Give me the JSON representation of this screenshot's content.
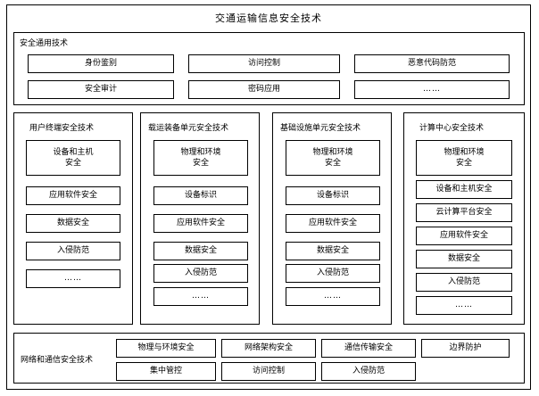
{
  "title": "交通运输信息安全技术",
  "sections": {
    "general": {
      "label": "安全通用技术",
      "row1": [
        "身份鉴别",
        "访问控制",
        "恶意代码防范"
      ],
      "row2": [
        "安全审计",
        "密码应用",
        "……"
      ]
    },
    "columns": [
      {
        "label": "用户终端安全技术",
        "items": [
          "设备和主机\n安全",
          "应用软件安全",
          "数据安全",
          "入侵防范",
          "……"
        ],
        "items_flat": [
          "设备和主机 安全",
          "应用软件安全",
          "数据安全",
          "入侵防范",
          "……"
        ],
        "first_line_a": "设备和主机",
        "first_line_b": "安全"
      },
      {
        "label": "载运装备单元安全技术",
        "items": [
          "物理和环境\n安全",
          "设备标识",
          "应用软件安全",
          "数据安全",
          "入侵防范",
          "……"
        ],
        "first_line_a": "物理和环境",
        "first_line_b": "安全"
      },
      {
        "label": "基础设施单元安全技术",
        "items": [
          "物理和环境\n安全",
          "设备标识",
          "应用软件安全",
          "数据安全",
          "入侵防范",
          "……"
        ],
        "first_line_a": "物理和环境",
        "first_line_b": "安全"
      },
      {
        "label": "计算中心安全技术",
        "items": [
          "物理和环境\n安全",
          "设备和主机安全",
          "云计算平台安全",
          "应用软件安全",
          "数据安全",
          "入侵防范",
          "……"
        ],
        "first_line_a": "物理和环境",
        "first_line_b": "安全"
      }
    ],
    "network": {
      "label": "网络和通信安全技术",
      "row1": [
        "物理与环境安全",
        "网络架构安全",
        "通信传输安全",
        "边界防护"
      ],
      "row2": [
        "集中管控",
        "访问控制",
        "入侵防范"
      ]
    }
  },
  "colors": {
    "background": "#ffffff",
    "line": "#000000",
    "text": "#000000"
  }
}
